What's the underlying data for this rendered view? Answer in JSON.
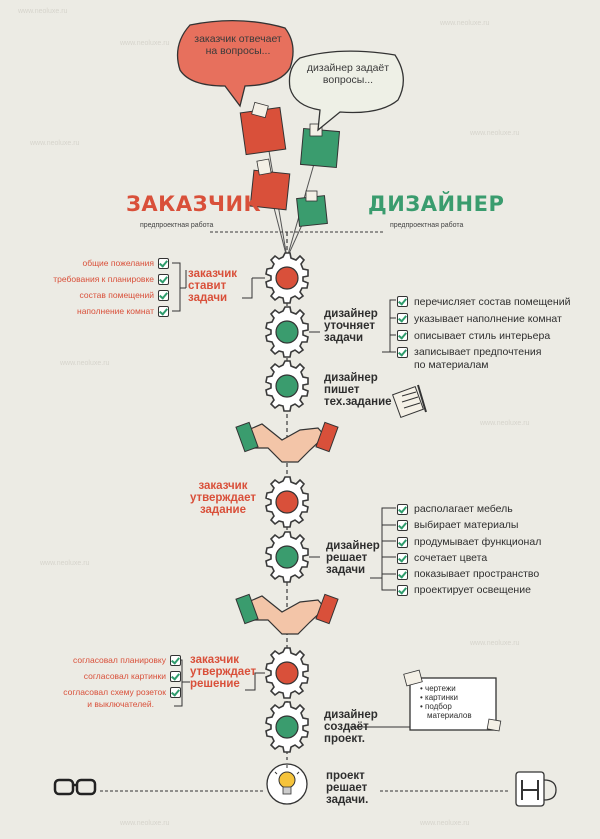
{
  "bubbles": {
    "customer": "заказчик отвечает на вопросы...",
    "designer": "дизайнер задаёт вопросы..."
  },
  "headings": {
    "customer": "ЗАКАЗЧИК",
    "designer": "ДИЗАЙНЕР",
    "pre_left": "предпроектная работа",
    "pre_right": "предпроектная работа"
  },
  "steps": [
    {
      "label": "заказчик ставит задачи",
      "side": "customer",
      "gear": "red"
    },
    {
      "label": "дизайнер уточняет задачи",
      "side": "designer",
      "gear": "green"
    },
    {
      "label": "дизайнер пишет тех.задание",
      "side": "designer",
      "gear": "green"
    },
    {
      "label": "заказчик утверждает задание",
      "side": "customer",
      "gear": "red"
    },
    {
      "label": "дизайнер решает задачи",
      "side": "designer",
      "gear": "green"
    },
    {
      "label": "заказчик утверждает решение",
      "side": "customer",
      "gear": "red"
    },
    {
      "label": "дизайнер создаёт проект.",
      "side": "designer",
      "gear": "green"
    },
    {
      "label": "проект решает задачи.",
      "side": "final",
      "gear": "bulb"
    }
  ],
  "customer_tasks": [
    "общие пожелания",
    "требования к планировке",
    "состав помещений",
    "наполнение комнат"
  ],
  "designer_clarifies": [
    "перечисляет состав помещений",
    "указывает наполнение комнат",
    "описывает стиль интерьера",
    "записывает предпочтения",
    "по материалам"
  ],
  "designer_solves": [
    "располагает мебель",
    "выбирает материалы",
    "продумывает функционал",
    "сочетает цвета",
    "показывает пространство",
    "проектирует освещение"
  ],
  "customer_approves": [
    "согласовал планировку",
    "согласовал картинки",
    "согласовал схему розеток",
    "и выключателей."
  ],
  "project_docs": [
    "чертежи",
    "картинки",
    "подбор",
    "материалов"
  ],
  "watermark": "www.neoluxe.ru",
  "colors": {
    "red": "#d9503a",
    "green": "#3a9c6e",
    "dark": "#3a3a3a",
    "background": "#ecebe4"
  }
}
